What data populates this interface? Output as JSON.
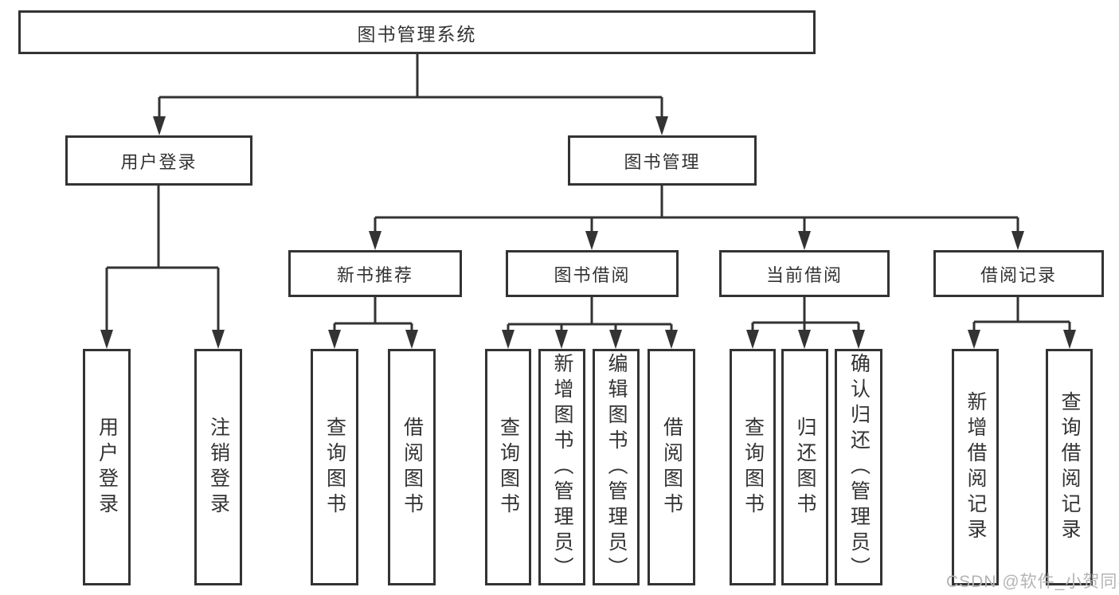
{
  "diagram": {
    "root": {
      "label": "图书管理系统"
    },
    "level2": [
      {
        "id": "user-login",
        "label": "用户登录"
      },
      {
        "id": "book-management",
        "label": "图书管理"
      }
    ],
    "level3": [
      {
        "id": "new-book-recommend",
        "label": "新书推荐",
        "parent": "book-management"
      },
      {
        "id": "book-borrowing",
        "label": "图书借阅",
        "parent": "book-management"
      },
      {
        "id": "current-borrowing",
        "label": "当前借阅",
        "parent": "book-management"
      },
      {
        "id": "borrowing-records",
        "label": "借阅记录",
        "parent": "book-management"
      }
    ],
    "leaves": [
      {
        "label": "用户登录",
        "parent": "user-login"
      },
      {
        "label": "注销登录",
        "parent": "user-login"
      },
      {
        "label": "查询图书",
        "parent": "new-book-recommend"
      },
      {
        "label": "借阅图书",
        "parent": "new-book-recommend"
      },
      {
        "label": "查询图书",
        "parent": "book-borrowing"
      },
      {
        "label": "新增图书（管理员）",
        "parent": "book-borrowing"
      },
      {
        "label": "编辑图书（管理员）",
        "parent": "book-borrowing"
      },
      {
        "label": "借阅图书",
        "parent": "book-borrowing"
      },
      {
        "label": "查询图书",
        "parent": "current-borrowing"
      },
      {
        "label": "归还图书",
        "parent": "current-borrowing"
      },
      {
        "label": "确认归还（管理员）",
        "parent": "current-borrowing"
      },
      {
        "label": "新增借阅记录",
        "parent": "borrowing-records"
      },
      {
        "label": "查询借阅记录",
        "parent": "borrowing-records"
      }
    ]
  },
  "watermark": {
    "text": "CSDN @软件_小贺同学"
  },
  "colors": {
    "line": "#333333",
    "box_border": "#333333",
    "text": "#333333",
    "watermark": "#b4b4b4",
    "background": "#ffffff"
  }
}
